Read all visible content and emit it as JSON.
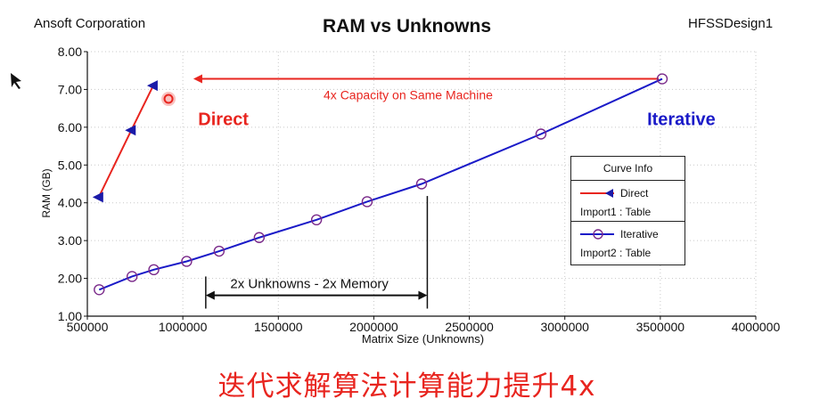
{
  "header": {
    "left_text": "Ansoft Corporation",
    "right_text": "HFSSDesign1"
  },
  "caption": "迭代求解算法计算能力提升4x",
  "chart_data": {
    "type": "line",
    "title": "RAM vs Unknowns",
    "xlabel": "Matrix Size (Unknowns)",
    "ylabel": "RAM (GB)",
    "xlim": [
      500000,
      4000000
    ],
    "ylim": [
      1.0,
      8.0
    ],
    "x_ticks": [
      "500000",
      "1000000",
      "1500000",
      "2000000",
      "2500000",
      "3000000",
      "3500000",
      "4000000"
    ],
    "y_ticks": [
      "1.00",
      "2.00",
      "3.00",
      "4.00",
      "5.00",
      "6.00",
      "7.00",
      "8.00"
    ],
    "grid": true,
    "legend_position": "right",
    "legend_title": "Curve Info",
    "series": [
      {
        "name": "Direct",
        "source": "Import1 : Table",
        "color": "#e8251f",
        "marker": "left-triangle",
        "marker_color": "#1a1aa8",
        "x": [
          560000,
          730000,
          845000
        ],
        "y": [
          4.15,
          5.92,
          7.1
        ]
      },
      {
        "name": "Iterative",
        "source": "Import2 : Table",
        "color": "#1a1ac8",
        "marker": "circle",
        "marker_color": "#7a2a8a",
        "x": [
          562000,
          734000,
          848000,
          1020000,
          1190000,
          1400000,
          1700000,
          1965000,
          2250000,
          2875000,
          3510000
        ],
        "y": [
          1.7,
          2.05,
          2.23,
          2.45,
          2.72,
          3.08,
          3.55,
          4.03,
          4.5,
          5.82,
          7.28
        ]
      }
    ],
    "annotations": [
      {
        "text": "4x Capacity on Same Machine",
        "color": "#e8251f",
        "x": 1500000,
        "y": 7.2
      },
      {
        "text": "2x Unknowns - 2x Memory",
        "color": "#111111",
        "x": 1700000,
        "y": 1.82
      },
      {
        "text": "Direct",
        "color": "#e8251f",
        "x": 1080000,
        "y": 6.1
      },
      {
        "text": "Iterative",
        "color": "#1a1ac8",
        "x": 3610000,
        "y": 6.1
      }
    ],
    "highlight_point": {
      "x": 925000,
      "y": 6.75,
      "color": "#e8251f"
    }
  }
}
